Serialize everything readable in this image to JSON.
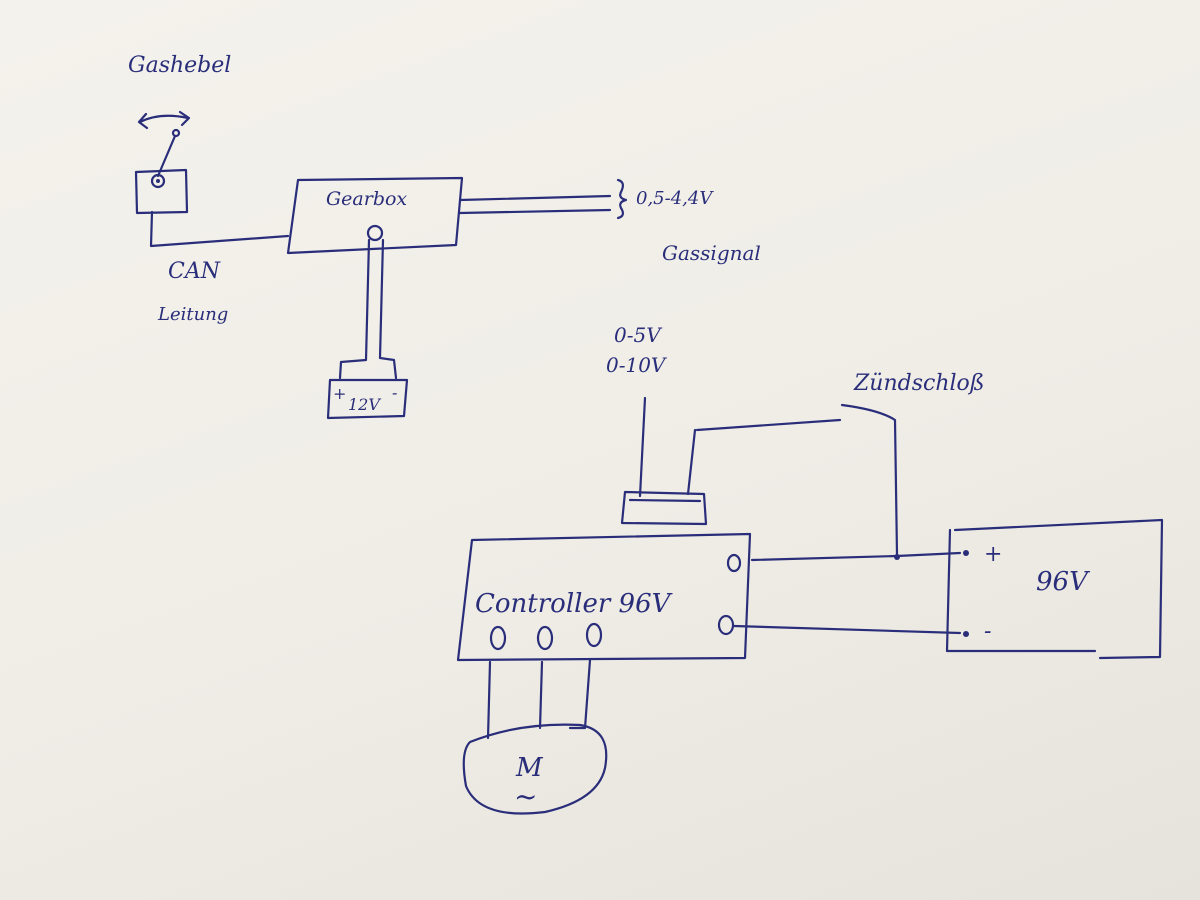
{
  "labels": {
    "gashebel": "Gashebel",
    "gearbox": "Gearbox",
    "signal_range": "0,5-4,4V",
    "gassignal": "Gassignal",
    "can": "CAN",
    "leitung": "Leitung",
    "battery_12v": "12V",
    "battery_12v_plus": "+",
    "battery_12v_minus": "-",
    "range_5v": "0-5V",
    "range_10v": "0-10V",
    "zuendschloss": "Zündschloß",
    "controller": "Controller 96V",
    "controller_terminals": "O O O",
    "battery_96v": "96V",
    "battery_plus": "+",
    "battery_minus": "-",
    "motor_m": "M",
    "motor_ac": "~"
  }
}
